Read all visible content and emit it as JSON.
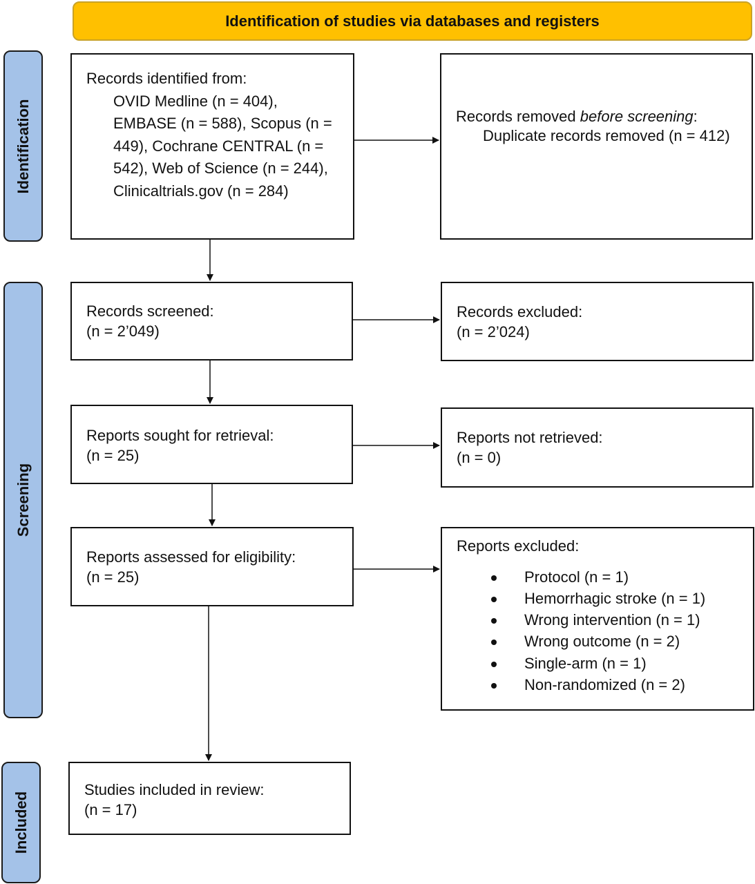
{
  "header": {
    "title": "Identification of studies via databases and registers",
    "color": "#ffc000"
  },
  "phases": {
    "identification": "Identification",
    "screening": "Screening",
    "included": "Included",
    "color": "#a4c2e8"
  },
  "identified": {
    "heading": "Records identified from:",
    "sources": "OVID Medline (n = 404), EMBASE (n = 588), Scopus (n = 449), Cochrane CENTRAL (n = 542), Web of Science (n = 244), Clinicaltrials.gov (n = 284)"
  },
  "removed": {
    "prefix": "Records removed ",
    "italic": "before screening",
    "suffix": ":",
    "detail": "Duplicate records removed (n = 412)"
  },
  "screened": {
    "label": "Records screened:",
    "count": "(n = 2’049)"
  },
  "excluded": {
    "label": "Records excluded:",
    "count": "(n = 2’024)"
  },
  "sought": {
    "label": "Reports sought for retrieval:",
    "count": "(n = 25)"
  },
  "not_retrieved": {
    "label": "Reports not retrieved:",
    "count": "(n = 0)"
  },
  "assessed": {
    "label": "Reports assessed for eligibility:",
    "count": "(n = 25)"
  },
  "reports_excluded": {
    "label": "Reports excluded:",
    "reasons": [
      "Protocol (n = 1)",
      "Hemorrhagic stroke (n = 1)",
      "Wrong intervention (n = 1)",
      "Wrong outcome (n = 2)",
      "Single-arm (n = 1)",
      "Non-randomized (n = 2)"
    ]
  },
  "included": {
    "label": "Studies included in review:",
    "count": "(n = 17)"
  }
}
